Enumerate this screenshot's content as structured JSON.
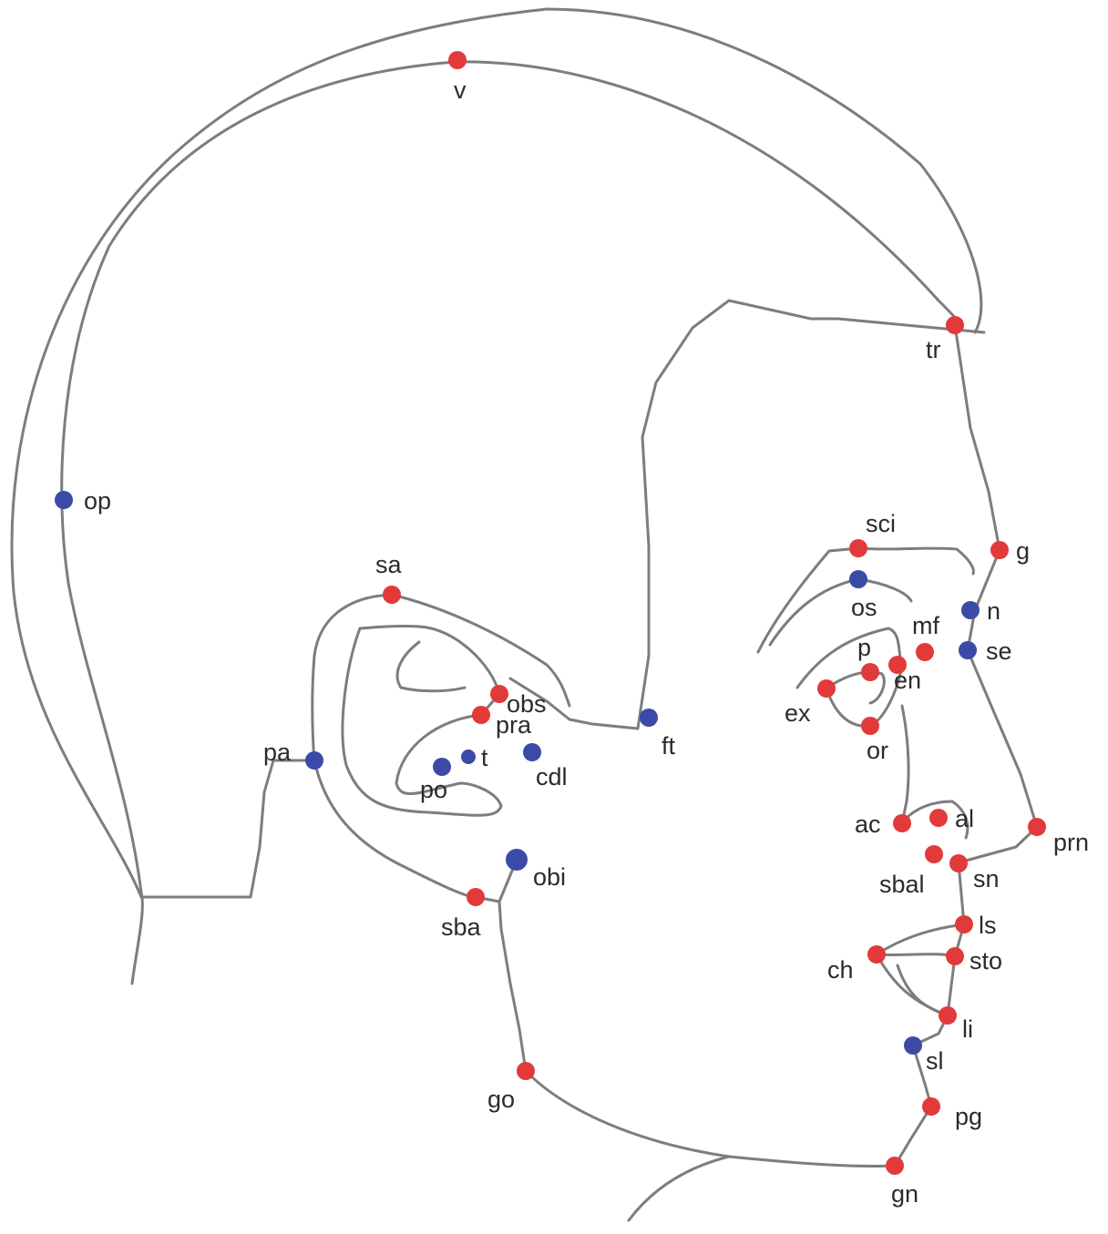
{
  "colors": {
    "red": "#e23a3a",
    "blue": "#3b4aa6",
    "outline": "#7d7d7d",
    "label": "#2b2b2b"
  },
  "landmarks": [
    {
      "id": "v",
      "label": "v",
      "color": "red"
    },
    {
      "id": "tr",
      "label": "tr",
      "color": "red"
    },
    {
      "id": "op",
      "label": "op",
      "color": "blue"
    },
    {
      "id": "sci",
      "label": "sci",
      "color": "red"
    },
    {
      "id": "g",
      "label": "g",
      "color": "red"
    },
    {
      "id": "os",
      "label": "os",
      "color": "blue"
    },
    {
      "id": "n",
      "label": "n",
      "color": "blue"
    },
    {
      "id": "mf",
      "label": "mf",
      "color": "red"
    },
    {
      "id": "se",
      "label": "se",
      "color": "blue"
    },
    {
      "id": "p",
      "label": "p",
      "color": "red"
    },
    {
      "id": "en",
      "label": "en",
      "color": "red"
    },
    {
      "id": "ex",
      "label": "ex",
      "color": "red"
    },
    {
      "id": "or",
      "label": "or",
      "color": "red"
    },
    {
      "id": "sa",
      "label": "sa",
      "color": "red"
    },
    {
      "id": "obs",
      "label": "obs",
      "color": "red"
    },
    {
      "id": "pra",
      "label": "pra",
      "color": "red"
    },
    {
      "id": "ft",
      "label": "ft",
      "color": "blue"
    },
    {
      "id": "pa",
      "label": "pa",
      "color": "blue"
    },
    {
      "id": "t",
      "label": "t",
      "color": "blue"
    },
    {
      "id": "cdl",
      "label": "cdl",
      "color": "blue"
    },
    {
      "id": "po",
      "label": "po",
      "color": "blue"
    },
    {
      "id": "ac",
      "label": "ac",
      "color": "red"
    },
    {
      "id": "al",
      "label": "al",
      "color": "red"
    },
    {
      "id": "prn",
      "label": "prn",
      "color": "red"
    },
    {
      "id": "sbal",
      "label": "sbal",
      "color": "red"
    },
    {
      "id": "sn",
      "label": "sn",
      "color": "red"
    },
    {
      "id": "obi",
      "label": "obi",
      "color": "blue"
    },
    {
      "id": "sba",
      "label": "sba",
      "color": "red"
    },
    {
      "id": "ls",
      "label": "ls",
      "color": "red"
    },
    {
      "id": "ch",
      "label": "ch",
      "color": "red"
    },
    {
      "id": "sto",
      "label": "sto",
      "color": "red"
    },
    {
      "id": "li",
      "label": "li",
      "color": "red"
    },
    {
      "id": "sl",
      "label": "sl",
      "color": "blue"
    },
    {
      "id": "go",
      "label": "go",
      "color": "red"
    },
    {
      "id": "pg",
      "label": "pg",
      "color": "red"
    },
    {
      "id": "gn",
      "label": "gn",
      "color": "red"
    }
  ]
}
